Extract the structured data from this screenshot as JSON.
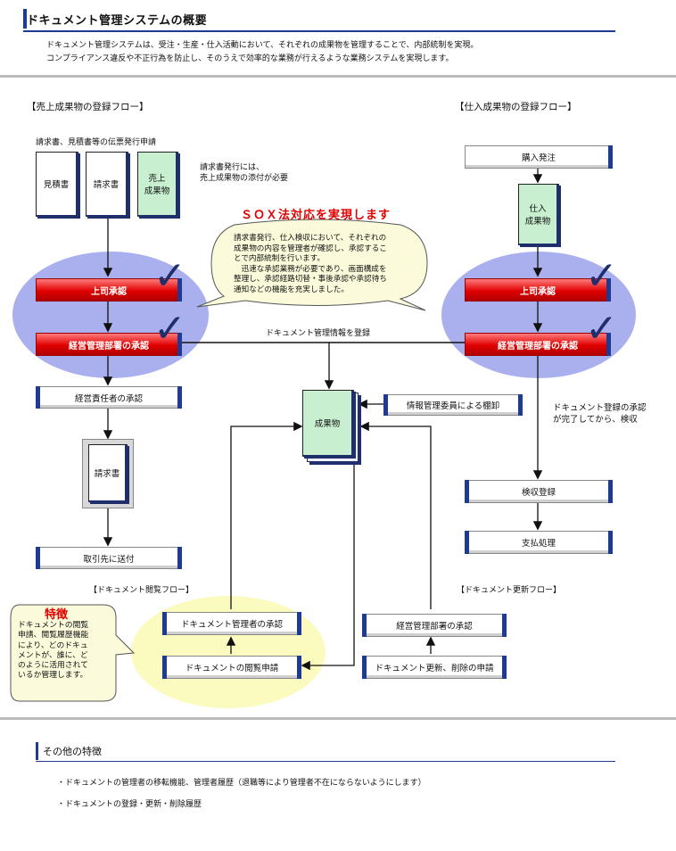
{
  "header": {
    "title": "ドキュメント管理システムの概要",
    "intro": [
      "ドキュメント管理システムは、受注・生産・仕入活動において、それぞれの成果物を管理することで、内部統制を実現。",
      "コンプライアンス違反や不正行為を防止し、そのうえで効率的な業務が行えるような業務システムを実現します。"
    ]
  },
  "sales_flow": {
    "title": "【売上成果物の登録フロー】",
    "request_caption": "請求書、見積書等の伝票発行申請",
    "docs": [
      "見積書",
      "請求書",
      "売上\n成果物"
    ],
    "note": [
      "請求書発行には、",
      "売上成果物の添付が必要"
    ],
    "approvals": [
      "上司承認",
      "経営管理部署の承認"
    ],
    "exec_approval": "経営責任者の承認",
    "invoice": "請求書",
    "send": "取引先に送付"
  },
  "purchase_flow": {
    "title": "【仕入成果物の登録フロー】",
    "order": "購入発注",
    "doc": "仕入\n成果物",
    "approvals": [
      "上司承認",
      "経営管理部署の承認"
    ],
    "note": [
      "ドキュメント登録の承認",
      "が完了してから、検収"
    ],
    "inspection": "検収登録",
    "payment": "支払処理"
  },
  "sox": {
    "title": "ＳＯＸ法対応を実現します",
    "text": [
      "請求書発行、仕入検収において、それぞれの",
      "成果物の内容を管理者が確認し、承認するこ",
      "とで内部統制を行います。",
      "　迅速な承認業務が必要であり、画面構成を",
      "整理し、承認経路切替・事後承認や承認待ち",
      "通知などの機能を充実しました。"
    ]
  },
  "center": {
    "register_label": "ドキュメント管理情報を登録",
    "artifact": "成果物",
    "inventory": "情報管理委員による棚卸"
  },
  "browse_flow": {
    "title": "【ドキュメント閲覧フロー】",
    "manager_approval": "ドキュメント管理者の承認",
    "request": "ドキュメントの閲覧申請"
  },
  "update_flow": {
    "title": "【ドキュメント更新フロー】",
    "approval": "経営管理部署の承認",
    "request": "ドキュメント更新、削除の申請"
  },
  "feature": {
    "title": "特徴",
    "text": [
      "ドキュメントの閲覧",
      "申請、閲覧履歴機能",
      "により、どのドキュ",
      "メントが、誰に、ど",
      "のように活用されて",
      "いるか管理します。"
    ]
  },
  "other": {
    "title": "その他の特徴",
    "items": [
      "・ドキュメントの管理者の移転機能、管理者履歴（退職等により管理者不在にならないようにします）",
      "・ドキュメントの登録・更新・削除履歴"
    ]
  },
  "colors": {
    "accent": "#1f3a93",
    "red": "#e00000",
    "ellipse_blue": "#aab0ee",
    "ellipse_yellow": "#fbfbbf",
    "bubble": "#fbfbdc",
    "green_doc": "#c8efd0"
  }
}
